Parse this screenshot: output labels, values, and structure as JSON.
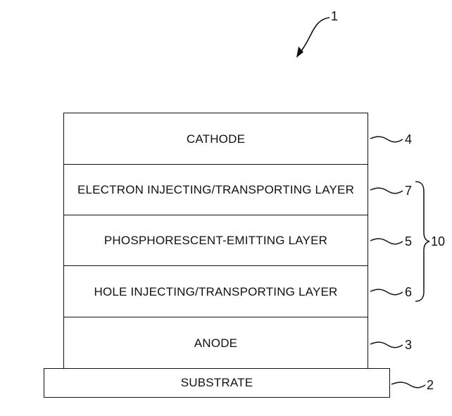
{
  "figure_ref": "1",
  "layers": {
    "cathode": {
      "label": "CATHODE",
      "ref": "4"
    },
    "electron_layer": {
      "label": "ELECTRON INJECTING/TRANSPORTING LAYER",
      "ref": "7"
    },
    "emitting_layer": {
      "label": "PHOSPHORESCENT-EMITTING LAYER",
      "ref": "5"
    },
    "hole_layer": {
      "label": "HOLE INJECTING/TRANSPORTING LAYER",
      "ref": "6"
    },
    "anode": {
      "label": "ANODE",
      "ref": "3"
    },
    "substrate": {
      "label": "SUBSTRATE",
      "ref": "2"
    }
  },
  "group": {
    "ref": "10"
  }
}
